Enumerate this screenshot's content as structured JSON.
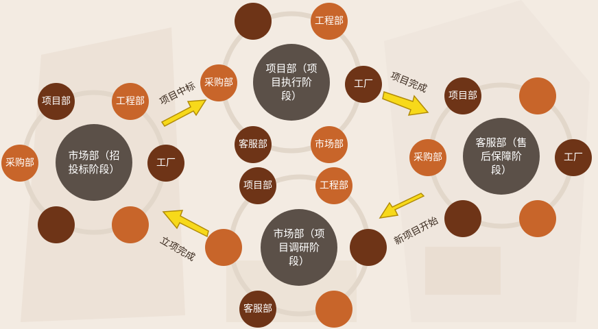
{
  "colors": {
    "dark_node": "#6e3417",
    "light_node": "#c8652a",
    "center_node": "#5b5048",
    "arrow_fill": "#f7d91a",
    "arrow_stroke": "#b08a08",
    "ring": "#e2d7ca"
  },
  "stages": {
    "bidding": {
      "center": "市场部（招投标阶段）",
      "nodes": [
        "项目部",
        "工程部",
        "工厂",
        "采购部"
      ]
    },
    "execution": {
      "center": "项目部（项目执行阶段）",
      "nodes": [
        "工程部",
        "工厂",
        "市场部",
        "客服部",
        "采购部"
      ]
    },
    "after_sales": {
      "center": "客服部（售后保障阶段）",
      "nodes": [
        "项目部",
        "工厂",
        "采购部"
      ]
    },
    "research": {
      "center": "市场部（项目调研阶段）",
      "nodes": [
        "项目部",
        "工程部",
        "客服部"
      ]
    }
  },
  "arrows": {
    "bid_won": "项目中标",
    "project_complete": "项目完成",
    "new_project_start": "新项目开始",
    "project_approved": "立项完成"
  }
}
